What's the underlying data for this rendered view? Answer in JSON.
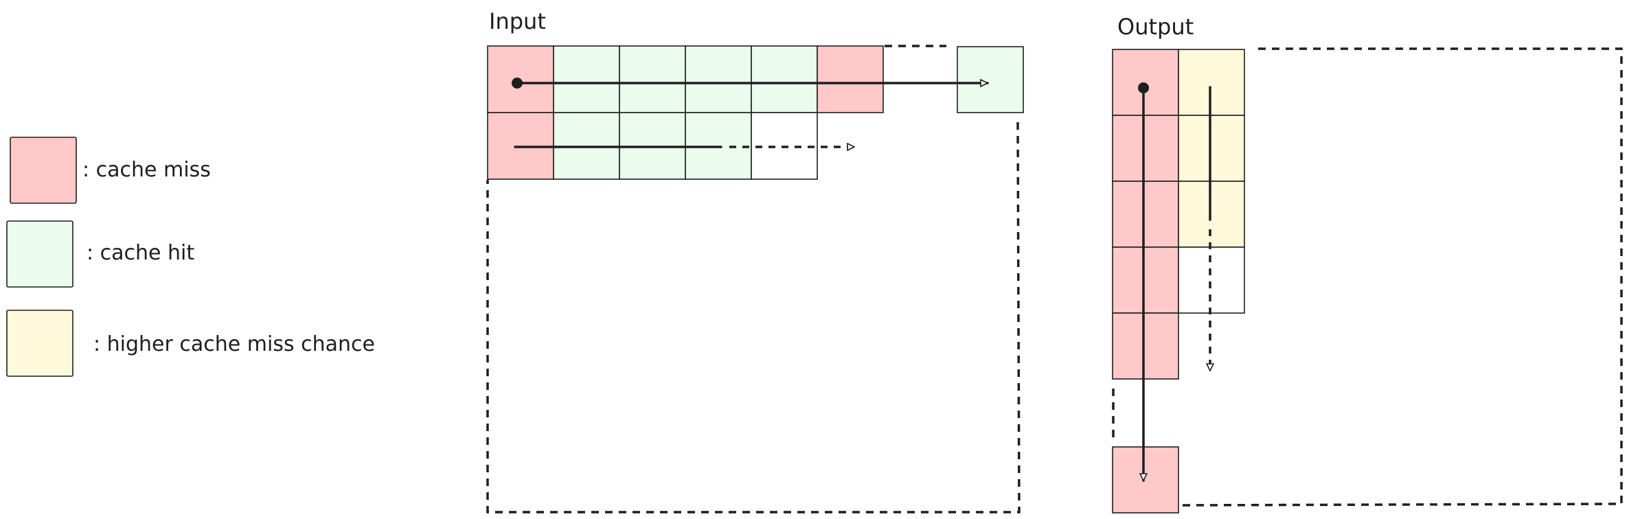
{
  "colors": {
    "miss": "#ffc9c9",
    "hit": "#ebfbee",
    "higher_miss": "#fff9db",
    "empty": "#ffffff",
    "stroke": "#1e1e1e"
  },
  "legend": [
    {
      "key": "miss",
      "label": ": cache miss"
    },
    {
      "key": "hit",
      "label": ": cache hit"
    },
    {
      "key": "higher_miss",
      "label": ": higher cache miss chance"
    }
  ],
  "input": {
    "title": "Input",
    "rows": [
      [
        "miss",
        "hit",
        "hit",
        "hit",
        "hit",
        "miss"
      ],
      [
        "miss",
        "hit",
        "hit",
        "hit",
        "empty"
      ]
    ],
    "far_cell": "hit"
  },
  "output": {
    "title": "Output",
    "col1": [
      "miss",
      "miss",
      "miss",
      "miss",
      "miss"
    ],
    "col2": [
      "higher_miss",
      "higher_miss",
      "higher_miss",
      "empty"
    ],
    "far_cell": "miss"
  }
}
